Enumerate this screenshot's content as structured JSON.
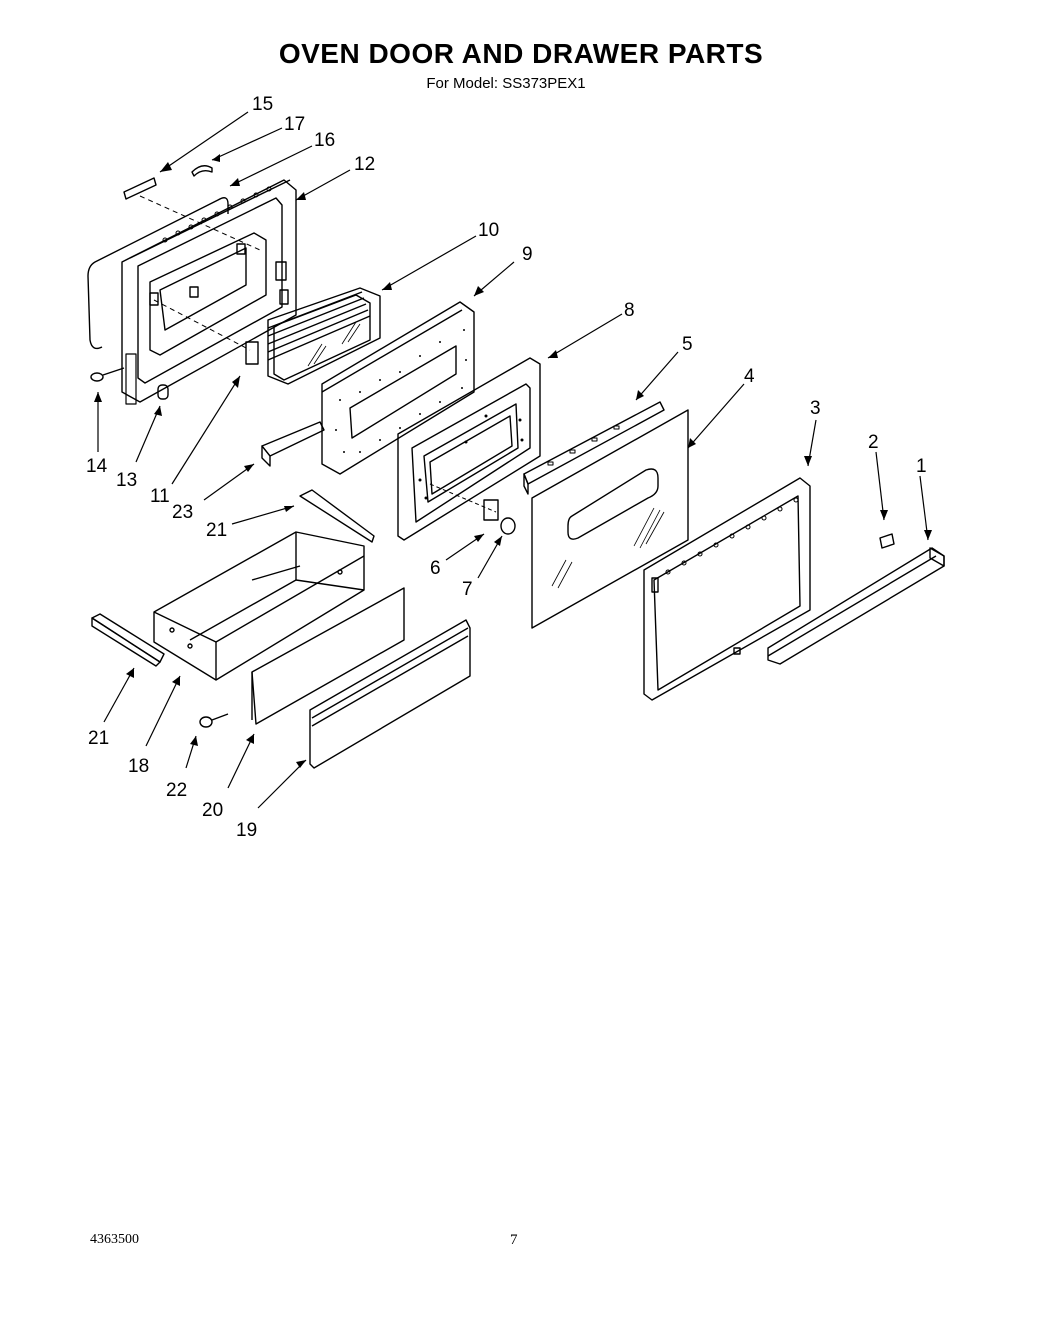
{
  "header": {
    "title": "OVEN DOOR AND DRAWER PARTS",
    "subtitle": "For Model: SS373PEX1"
  },
  "callouts": [
    "1",
    "2",
    "3",
    "4",
    "5",
    "6",
    "7",
    "8",
    "9",
    "10",
    "11",
    "12",
    "13",
    "14",
    "15",
    "16",
    "17",
    "18",
    "19",
    "20",
    "21",
    "21",
    "22",
    "23"
  ],
  "footer": {
    "doc_number": "4363500",
    "page_number": "7"
  }
}
